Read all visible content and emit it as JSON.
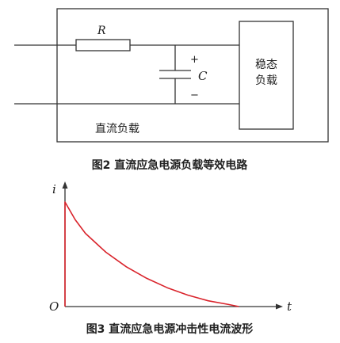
{
  "figure2": {
    "resistor_label": "R",
    "capacitor_label": "C",
    "cap_plus": "+",
    "cap_minus": "−",
    "steady_load_line1": "稳态",
    "steady_load_line2": "负载",
    "dc_load_label": "直流负载",
    "caption": "图2   直流应急电源负载等效电路"
  },
  "figure3": {
    "y_axis_label": "i",
    "x_axis_label": "t",
    "origin_label": "O",
    "curve_color": "#d9232b",
    "caption": "图3   直流应急电源冲击性电流波形"
  },
  "chart_data": {
    "type": "line",
    "title": "",
    "xlabel": "t",
    "ylabel": "i",
    "series": [
      {
        "values": [
          {
            "x": 0,
            "y": 0
          },
          {
            "x": 0,
            "y": 1.0
          },
          {
            "x": 0.05,
            "y": 0.83
          },
          {
            "x": 0.1,
            "y": 0.7
          },
          {
            "x": 0.2,
            "y": 0.52
          },
          {
            "x": 0.3,
            "y": 0.38
          },
          {
            "x": 0.4,
            "y": 0.27
          },
          {
            "x": 0.5,
            "y": 0.18
          },
          {
            "x": 0.6,
            "y": 0.11
          },
          {
            "x": 0.7,
            "y": 0.055
          },
          {
            "x": 0.8,
            "y": 0.02
          },
          {
            "x": 0.85,
            "y": 0.0
          }
        ]
      }
    ]
  }
}
